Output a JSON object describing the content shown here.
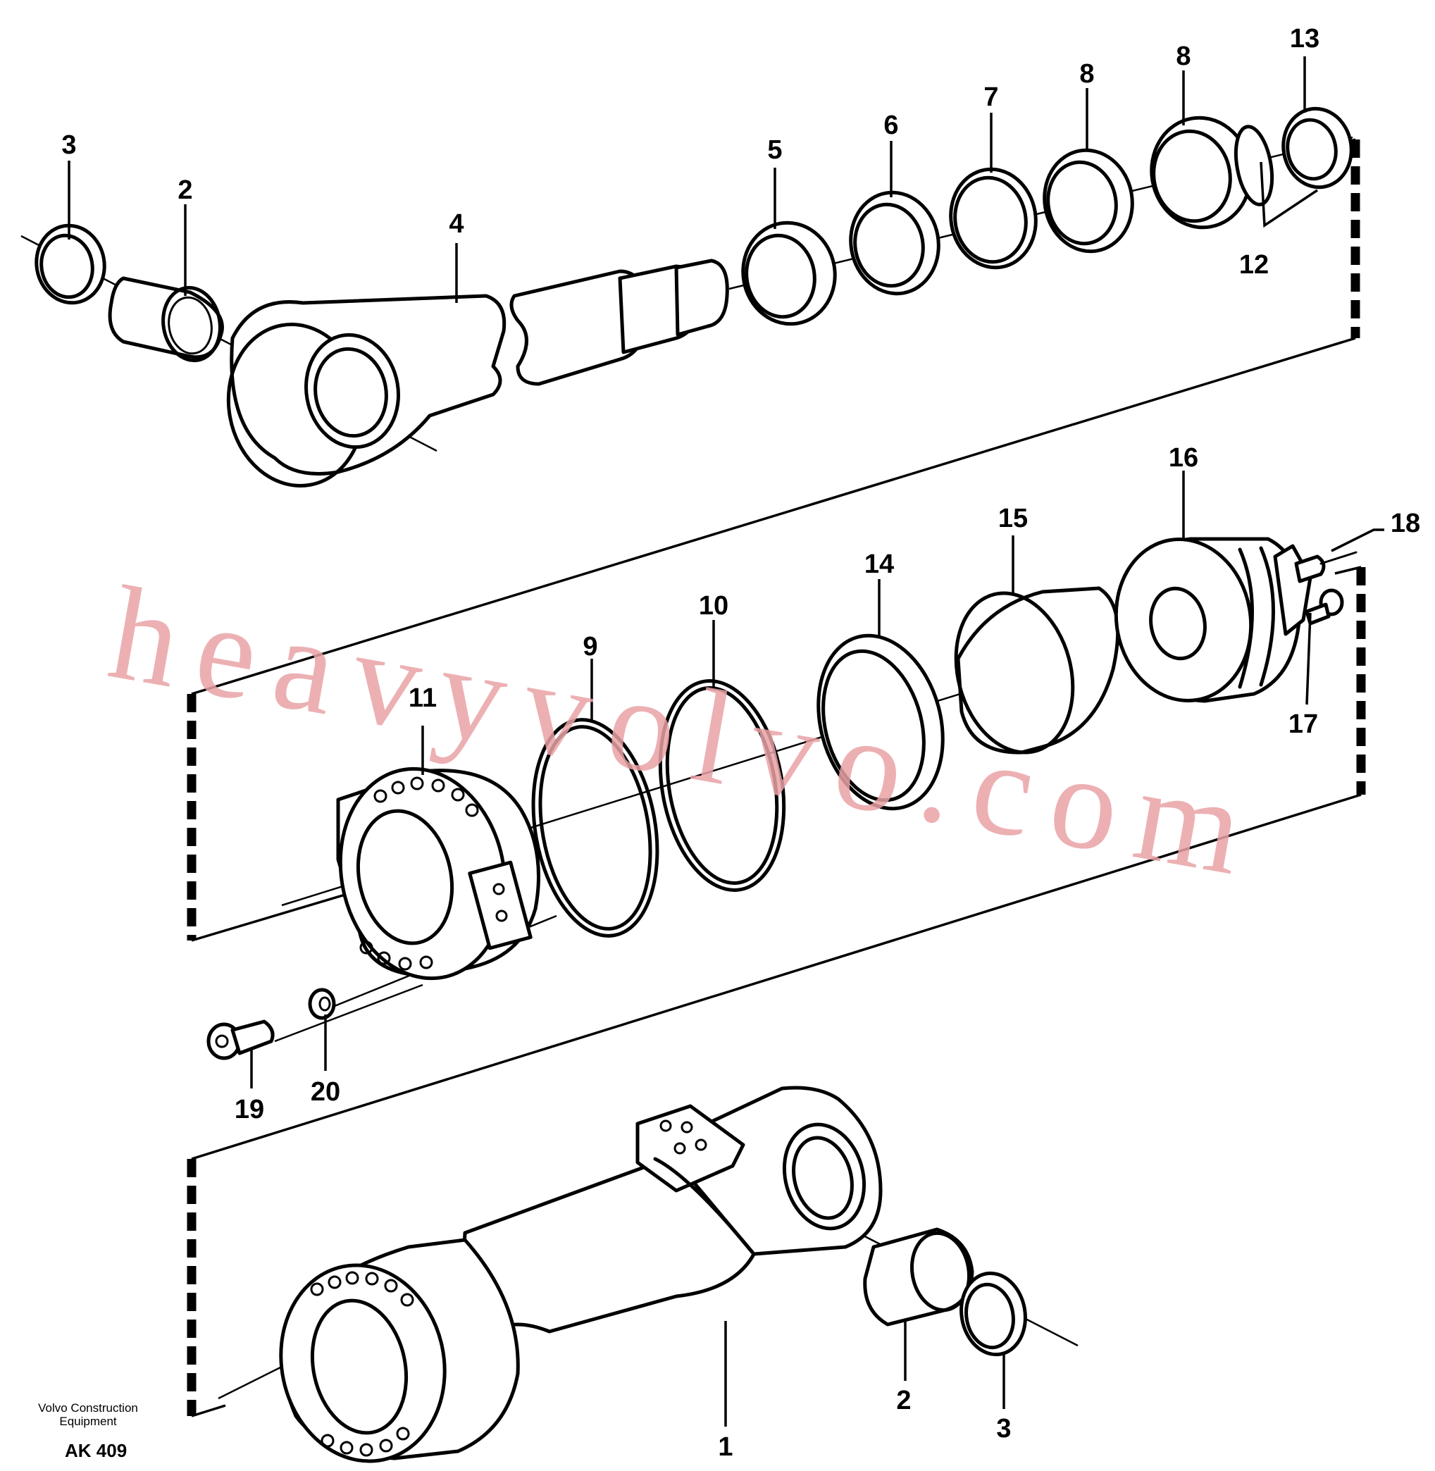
{
  "labels": {
    "p1": "1",
    "p2a": "2",
    "p2b": "2",
    "p3a": "3",
    "p3b": "3",
    "p4": "4",
    "p5": "5",
    "p6": "6",
    "p7": "7",
    "p8": "8",
    "p9": "9",
    "p10": "10",
    "p11": "11",
    "p12": "12",
    "p13": "13",
    "p14": "14",
    "p15": "15",
    "p16": "16",
    "p17": "17",
    "p18": "18",
    "p19": "19",
    "p20": "20"
  },
  "watermark": "heavyvolvo.com",
  "footer": {
    "caption_line1": "Volvo Construction",
    "caption_line2": "Equipment",
    "code": "AK 409"
  }
}
